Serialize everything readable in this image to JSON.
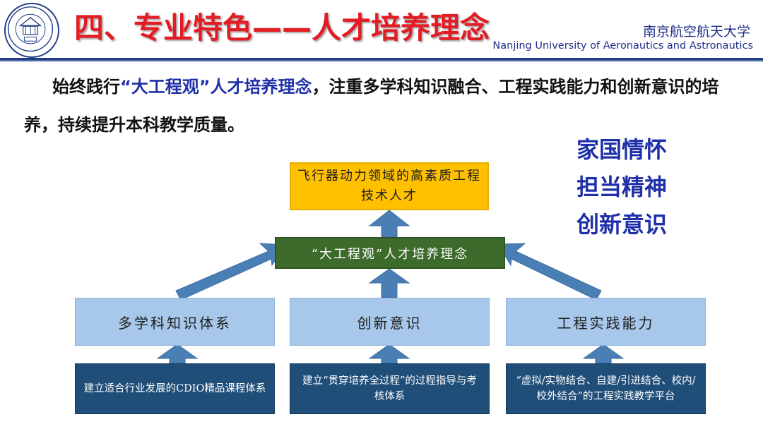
{
  "header": {
    "title": "四、专业特色——人才培养理念",
    "university_cn": "南京航空航天大学",
    "university_en": "Nanjing University of Aeronautics and Astronautics",
    "logo_icon": "university-seal-icon"
  },
  "intro": {
    "part1": "始终践行",
    "highlight": "“大工程观”人才培养理念",
    "part2": "，注重多学科知识融合、工程实践能力和创新意识的培养，持续提升本科教学质量。"
  },
  "values": [
    "家国情怀",
    "担当精神",
    "创新意识"
  ],
  "diagram": {
    "goal": "飞行器动力领域的高素质工程技术人才",
    "concept": "“大工程观”人才培养理念",
    "pillars": [
      "多学科知识体系",
      "创新意识",
      "工程实践能力"
    ],
    "foundations": [
      "建立适合行业发展的CDIO精品课程体系",
      "建立“贯穿培养全过程”的过程指导与考核体系",
      "“虚拟/实物结合、自建/引进结合、校内/校外结合”的工程实践教学平台"
    ]
  },
  "colors": {
    "title_red": "#e31b23",
    "accent_blue": "#1f2fa8",
    "goal_box": "#ffc000",
    "concept_box": "#3c6b2b",
    "pillar_box": "#a7c8ea",
    "foundation_box": "#1f4e79",
    "arrow": "#4a7fb5"
  }
}
